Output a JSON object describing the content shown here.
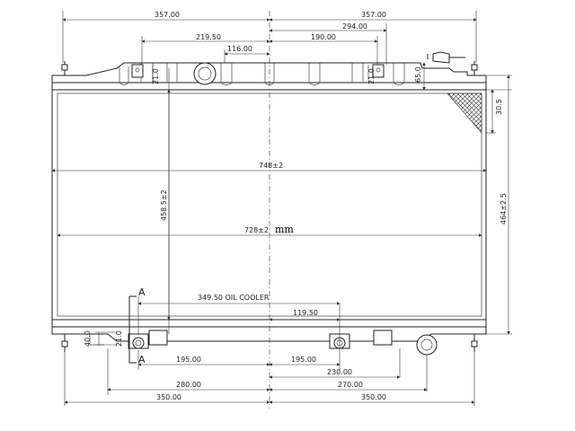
{
  "dimensions": {
    "top_left_half": "357.00",
    "top_right_half": "357.00",
    "inlet_offset": "219.50",
    "inlet_inner": "116.00",
    "right_offset": "294.00",
    "right_inner": "190.00",
    "small_left": "21.0",
    "small_right": "21.0",
    "tank_height": "65.0",
    "corner": "30.5",
    "width_core": "748±2",
    "width_inner": "728±2",
    "unit": "mm",
    "core_height": "458.5±2",
    "total_height": "464±2.5",
    "oil_cooler": "349.50 OIL COOLER",
    "oil_inner": "119.50",
    "left_small": "40.0",
    "left_small2": "21.0",
    "bottom_left_195": "195.00",
    "bottom_right_195": "195.00",
    "bottom_230": "230.00",
    "bottom_280": "280.00",
    "bottom_270": "270.00",
    "bottom_left_350": "350.00",
    "bottom_right_350": "350.00"
  },
  "section_marks": {
    "top": "A",
    "bottom": "A"
  }
}
